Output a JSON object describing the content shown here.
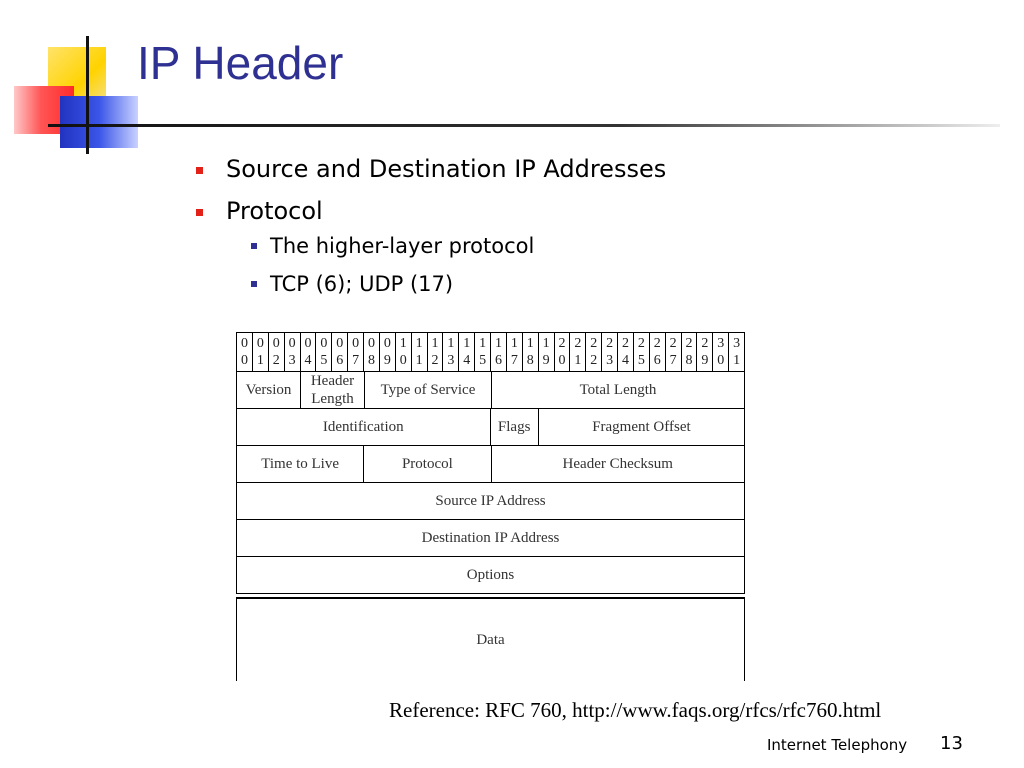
{
  "slide": {
    "title": "IP Header",
    "bullets": [
      {
        "text": "Source and Destination IP Addresses"
      },
      {
        "text": "Protocol",
        "sub": [
          {
            "text": "The higher-layer protocol"
          },
          {
            "text": "TCP (6); UDP (17)"
          }
        ]
      }
    ],
    "diagram": {
      "bits": [
        [
          "0",
          "0"
        ],
        [
          "0",
          "1"
        ],
        [
          "0",
          "2"
        ],
        [
          "0",
          "3"
        ],
        [
          "0",
          "4"
        ],
        [
          "0",
          "5"
        ],
        [
          "0",
          "6"
        ],
        [
          "0",
          "7"
        ],
        [
          "0",
          "8"
        ],
        [
          "0",
          "9"
        ],
        [
          "1",
          "0"
        ],
        [
          "1",
          "1"
        ],
        [
          "1",
          "2"
        ],
        [
          "1",
          "3"
        ],
        [
          "1",
          "4"
        ],
        [
          "1",
          "5"
        ],
        [
          "1",
          "6"
        ],
        [
          "1",
          "7"
        ],
        [
          "1",
          "8"
        ],
        [
          "1",
          "9"
        ],
        [
          "2",
          "0"
        ],
        [
          "2",
          "1"
        ],
        [
          "2",
          "2"
        ],
        [
          "2",
          "3"
        ],
        [
          "2",
          "4"
        ],
        [
          "2",
          "5"
        ],
        [
          "2",
          "6"
        ],
        [
          "2",
          "7"
        ],
        [
          "2",
          "8"
        ],
        [
          "2",
          "9"
        ],
        [
          "3",
          "0"
        ],
        [
          "3",
          "1"
        ]
      ],
      "rows": [
        [
          {
            "label": "Version",
            "bits": 4
          },
          {
            "label": "Header Length",
            "bits": 4
          },
          {
            "label": "Type of Service",
            "bits": 8
          },
          {
            "label": "Total Length",
            "bits": 16
          }
        ],
        [
          {
            "label": "Identification",
            "bits": 16
          },
          {
            "label": "Flags",
            "bits": 3
          },
          {
            "label": "Fragment Offset",
            "bits": 13
          }
        ],
        [
          {
            "label": "Time to Live",
            "bits": 8
          },
          {
            "label": "Protocol",
            "bits": 8
          },
          {
            "label": "Header Checksum",
            "bits": 16
          }
        ],
        [
          {
            "label": "Source IP Address",
            "bits": 32
          }
        ],
        [
          {
            "label": "Destination IP Address",
            "bits": 32
          }
        ],
        [
          {
            "label": "Options",
            "bits": 32
          }
        ]
      ],
      "data_label": "Data"
    },
    "reference": "Reference: RFC 760, http://www.faqs.org/rfcs/rfc760.html",
    "footer": "Internet Telephony",
    "page_number": "13"
  }
}
